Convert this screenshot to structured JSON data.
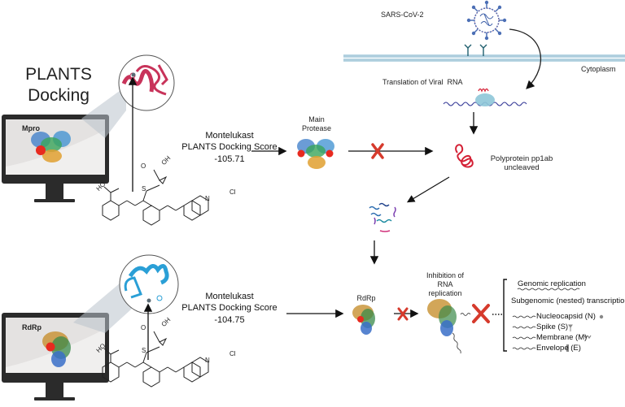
{
  "title": {
    "line1": "PLANTS",
    "line2": "Docking"
  },
  "top_panel": {
    "monitor_label": "Mpro",
    "score": {
      "line1": "Montelukast",
      "line2": "PLANTS Docking Score",
      "value": "-105.71"
    },
    "target_label": {
      "line1": "Main",
      "line2": "Protease"
    }
  },
  "bottom_panel": {
    "monitor_label": "RdRp",
    "score": {
      "line1": "Montelukast",
      "line2": "PLANTS Docking Score",
      "value": "-104.75"
    },
    "target_label": "RdRp"
  },
  "molecule": {
    "hydroxyl": "HO",
    "sulfur": "S",
    "acid_o": "O",
    "acid_oh": "OH",
    "nitrogen": "N",
    "chlorine": "Cl"
  },
  "virus": {
    "label": "SARS-CoV-2",
    "compartment": "Cytoplasm",
    "translation": "Translation of Viral  RNA"
  },
  "polyprotein": {
    "line1": "Polyprotein pp1ab",
    "line2": "uncleaved"
  },
  "inhibition": {
    "line1": "Inhibition of",
    "line2": "RNA",
    "line3": "replication"
  },
  "replication": {
    "genomic": "Genomic replication",
    "subgenomic": "Subgenomic (nested) transcription",
    "genes": [
      "Nucleocapsid (N)",
      "Spike (S)",
      "Membrane (M)",
      "Envelope (E)"
    ]
  },
  "colors": {
    "inhibit_x": "#d63a2c",
    "mpro_ribbon": "#c8335a",
    "rdrp_ribbon": "#2a9fd6",
    "membrane": "#a9c9da",
    "virus": "#4c6fb5",
    "polyprotein": "#d42035"
  }
}
